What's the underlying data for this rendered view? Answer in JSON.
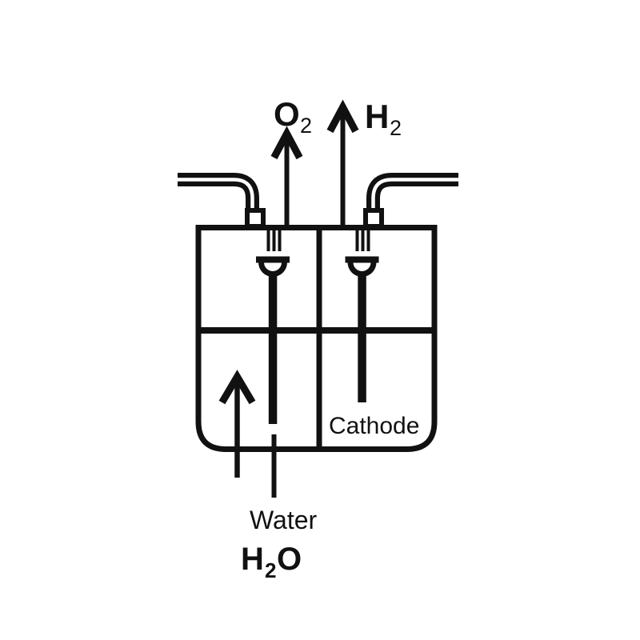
{
  "colors": {
    "ink": "#111111",
    "background": "#ffffff"
  },
  "labels": {
    "oxygen": {
      "symbol": "O",
      "subscript": "2"
    },
    "hydrogen": {
      "symbol": "H",
      "subscript": "2"
    },
    "cathode": "Cathode",
    "water": "Water",
    "water_formula": {
      "part1": "H",
      "subscript": "2",
      "part2": "O"
    }
  },
  "icons": {
    "oxygen_arrow": "up-arrow",
    "hydrogen_arrow": "up-arrow",
    "water_inlet_arrow": "up-arrow"
  }
}
